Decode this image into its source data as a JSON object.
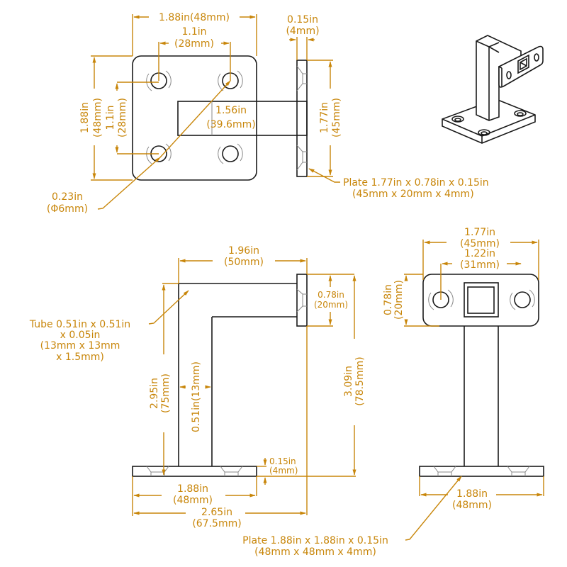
{
  "title": "Handrail bracket dimension drawing",
  "colors": {
    "dimension": "#c8860a",
    "outline": "#1a1a1a",
    "hidden": "#888888",
    "background": "#ffffff"
  },
  "top_view": {
    "plate_width": {
      "in": "1.88in(48mm)"
    },
    "hole_spacing_x": {
      "in": "1.1in",
      "mm": "(28mm)"
    },
    "plate_height": {
      "in": "1.88in",
      "mm": "(48mm)"
    },
    "hole_spacing_y": {
      "in": "1.1in",
      "mm": "(28mm)"
    },
    "arm_length": {
      "in": "1.56in",
      "mm": "(39.6mm)"
    },
    "hole_diameter": {
      "in": "0.23in",
      "mm": "(Φ6mm)"
    },
    "side_plate_thickness": {
      "in": "0.15in",
      "mm": "(4mm)"
    },
    "side_plate_height": {
      "in": "1.77in",
      "mm": "(45mm)"
    },
    "side_plate_note": {
      "line1": "Plate 1.77in x 0.78in x 0.15in",
      "line2": "(45mm x 20mm x 4mm)"
    }
  },
  "side_view": {
    "reach": {
      "in": "1.96in",
      "mm": "(50mm)"
    },
    "top_plate_height": {
      "in": "0.78in",
      "mm": "(20mm)"
    },
    "tube_note": {
      "line1": "Tube 0.51in x 0.51in",
      "line2": "x 0.05in",
      "line3": "(13mm x 13mm",
      "line4": "x 1.5mm)"
    },
    "tube_height": {
      "in": "2.95in",
      "mm": "(75mm)"
    },
    "tube_width": {
      "label": "0.51in(13mm)"
    },
    "total_height": {
      "in": "3.09in",
      "mm": "(78.5mm)"
    },
    "base_thickness": {
      "in": "0.15in",
      "mm": "(4mm)"
    },
    "base_width": {
      "in": "1.88in",
      "mm": "(48mm)"
    },
    "total_depth": {
      "in": "2.65in",
      "mm": "(67.5mm)"
    }
  },
  "front_view": {
    "plate_width": {
      "in": "1.77in",
      "mm": "(45mm)"
    },
    "hole_spacing": {
      "in": "1.22in",
      "mm": "(31mm)"
    },
    "plate_height": {
      "in": "0.78in",
      "mm": "(20mm)"
    },
    "base_width": {
      "in": "1.88in",
      "mm": "(48mm)"
    },
    "base_note": {
      "line1": "Plate 1.88in x 1.88in x 0.15in",
      "line2": "(48mm x 48mm x 4mm)"
    }
  },
  "iso_view": {
    "label": "isometric-view"
  }
}
